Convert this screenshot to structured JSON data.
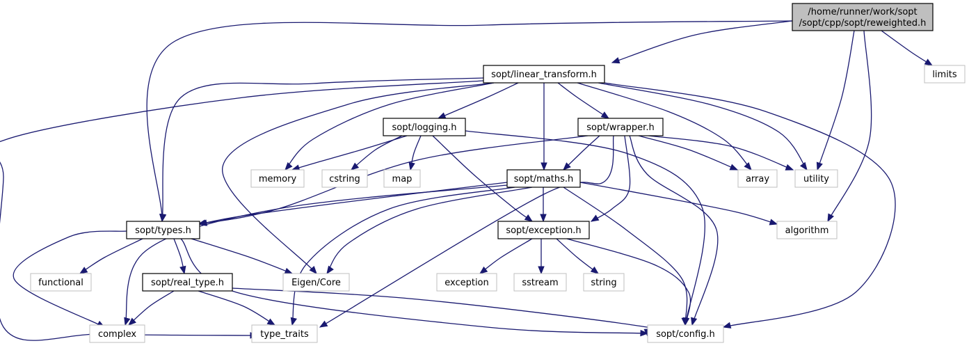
{
  "graph": {
    "nodes": [
      {
        "id": "root",
        "lines": [
          "/home/runner/work/sopt",
          "/sopt/cpp/sopt/reweighted.h"
        ],
        "kind": "root"
      },
      {
        "id": "limits",
        "lines": [
          "limits"
        ],
        "kind": "external"
      },
      {
        "id": "linear_transform",
        "lines": [
          "sopt/linear_transform.h"
        ],
        "kind": "internal"
      },
      {
        "id": "logging",
        "lines": [
          "sopt/logging.h"
        ],
        "kind": "internal"
      },
      {
        "id": "wrapper",
        "lines": [
          "sopt/wrapper.h"
        ],
        "kind": "internal"
      },
      {
        "id": "memory",
        "lines": [
          "memory"
        ],
        "kind": "external"
      },
      {
        "id": "cstring",
        "lines": [
          "cstring"
        ],
        "kind": "external"
      },
      {
        "id": "map",
        "lines": [
          "map"
        ],
        "kind": "external"
      },
      {
        "id": "maths",
        "lines": [
          "sopt/maths.h"
        ],
        "kind": "internal"
      },
      {
        "id": "array",
        "lines": [
          "array"
        ],
        "kind": "external"
      },
      {
        "id": "utility",
        "lines": [
          "utility"
        ],
        "kind": "external"
      },
      {
        "id": "types",
        "lines": [
          "sopt/types.h"
        ],
        "kind": "internal"
      },
      {
        "id": "exception_h",
        "lines": [
          "sopt/exception.h"
        ],
        "kind": "internal"
      },
      {
        "id": "algorithm",
        "lines": [
          "algorithm"
        ],
        "kind": "external"
      },
      {
        "id": "functional",
        "lines": [
          "functional"
        ],
        "kind": "external"
      },
      {
        "id": "real_type",
        "lines": [
          "sopt/real_type.h"
        ],
        "kind": "internal"
      },
      {
        "id": "eigen",
        "lines": [
          "Eigen/Core"
        ],
        "kind": "external"
      },
      {
        "id": "exception",
        "lines": [
          "exception"
        ],
        "kind": "external"
      },
      {
        "id": "sstream",
        "lines": [
          "sstream"
        ],
        "kind": "external"
      },
      {
        "id": "string",
        "lines": [
          "string"
        ],
        "kind": "external"
      },
      {
        "id": "complex",
        "lines": [
          "complex"
        ],
        "kind": "external"
      },
      {
        "id": "type_traits",
        "lines": [
          "type_traits"
        ],
        "kind": "external"
      },
      {
        "id": "config",
        "lines": [
          "sopt/config.h"
        ],
        "kind": "external"
      }
    ],
    "edges": [
      [
        "root",
        "linear_transform"
      ],
      [
        "root",
        "types"
      ],
      [
        "root",
        "limits"
      ],
      [
        "root",
        "utility"
      ],
      [
        "root",
        "algorithm"
      ],
      [
        "linear_transform",
        "types"
      ],
      [
        "linear_transform",
        "logging"
      ],
      [
        "linear_transform",
        "wrapper"
      ],
      [
        "linear_transform",
        "memory"
      ],
      [
        "linear_transform",
        "maths"
      ],
      [
        "linear_transform",
        "array"
      ],
      [
        "linear_transform",
        "utility"
      ],
      [
        "linear_transform",
        "eigen"
      ],
      [
        "linear_transform",
        "type_traits"
      ],
      [
        "linear_transform",
        "config"
      ],
      [
        "logging",
        "memory"
      ],
      [
        "logging",
        "cstring"
      ],
      [
        "logging",
        "map"
      ],
      [
        "logging",
        "exception_h"
      ],
      [
        "logging",
        "config"
      ],
      [
        "wrapper",
        "types"
      ],
      [
        "wrapper",
        "maths"
      ],
      [
        "wrapper",
        "array"
      ],
      [
        "wrapper",
        "utility"
      ],
      [
        "wrapper",
        "exception_h"
      ],
      [
        "wrapper",
        "type_traits"
      ],
      [
        "wrapper",
        "config"
      ],
      [
        "maths",
        "types"
      ],
      [
        "maths",
        "exception_h"
      ],
      [
        "maths",
        "algorithm"
      ],
      [
        "maths",
        "eigen"
      ],
      [
        "maths",
        "complex"
      ],
      [
        "maths",
        "type_traits"
      ],
      [
        "maths",
        "config"
      ],
      [
        "types",
        "functional"
      ],
      [
        "types",
        "real_type"
      ],
      [
        "types",
        "eigen"
      ],
      [
        "types",
        "complex"
      ],
      [
        "types",
        "config"
      ],
      [
        "exception_h",
        "exception"
      ],
      [
        "exception_h",
        "sstream"
      ],
      [
        "exception_h",
        "string"
      ],
      [
        "exception_h",
        "config"
      ],
      [
        "real_type",
        "complex"
      ],
      [
        "real_type",
        "type_traits"
      ],
      [
        "real_type",
        "config"
      ]
    ],
    "colors": {
      "edge": "#191970",
      "external_border": "#bfbfbf",
      "internal_border": "#000000",
      "root_fill": "#bfbfbf"
    }
  }
}
